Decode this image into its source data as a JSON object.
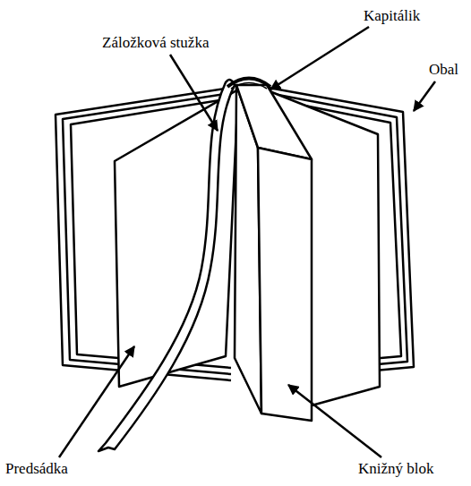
{
  "diagram": {
    "labels": [
      "Záložková stužka",
      "Kapitálik",
      "Obal",
      "Predsádka",
      "Knižný blok"
    ]
  }
}
